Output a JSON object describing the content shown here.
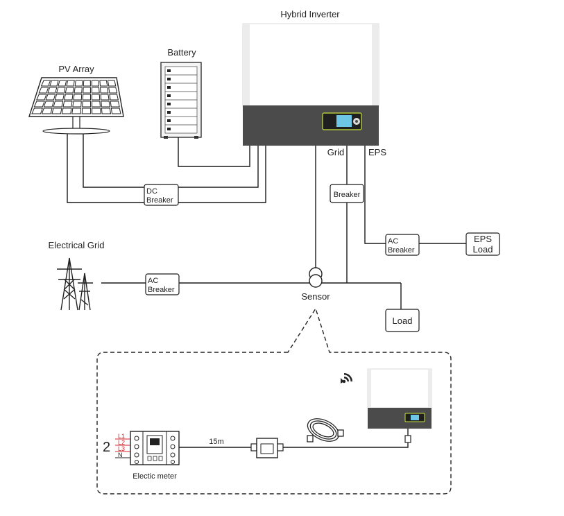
{
  "labels": {
    "hybrid_inverter": "Hybrid Inverter",
    "battery": "Battery",
    "pv_array": "PV Array",
    "grid_port": "Grid",
    "eps_port": "EPS",
    "breaker": "Breaker",
    "dc_breaker_l1": "DC",
    "dc_breaker_l2": "Breaker",
    "ac_breaker_eps_l1": "AC",
    "ac_breaker_eps_l2": "Breaker",
    "eps_load_l1": "EPS",
    "eps_load_l2": "Load",
    "electrical_grid": "Electrical Grid",
    "ac_breaker_grid_l1": "AC",
    "ac_breaker_grid_l2": "Breaker",
    "sensor": "Sensor",
    "load": "Load",
    "electric_meter": "Electic meter",
    "cable_length": "15m",
    "meter_number": "2",
    "phase_l1": "L1",
    "phase_l2": "L2",
    "phase_l3": "L3",
    "phase_n": "N"
  },
  "colors": {
    "inverter_panel": "#4b4b4b",
    "display_screen": "#6ec6e6",
    "display_border": "#c9e23a",
    "phase_wire": "#d0242b",
    "line": "#1a1a1a"
  },
  "icons": {
    "wifi": "wifi-signal-icon",
    "tower": "power-tower-icon",
    "solar": "solar-panel-icon",
    "battery": "battery-rack-icon"
  }
}
